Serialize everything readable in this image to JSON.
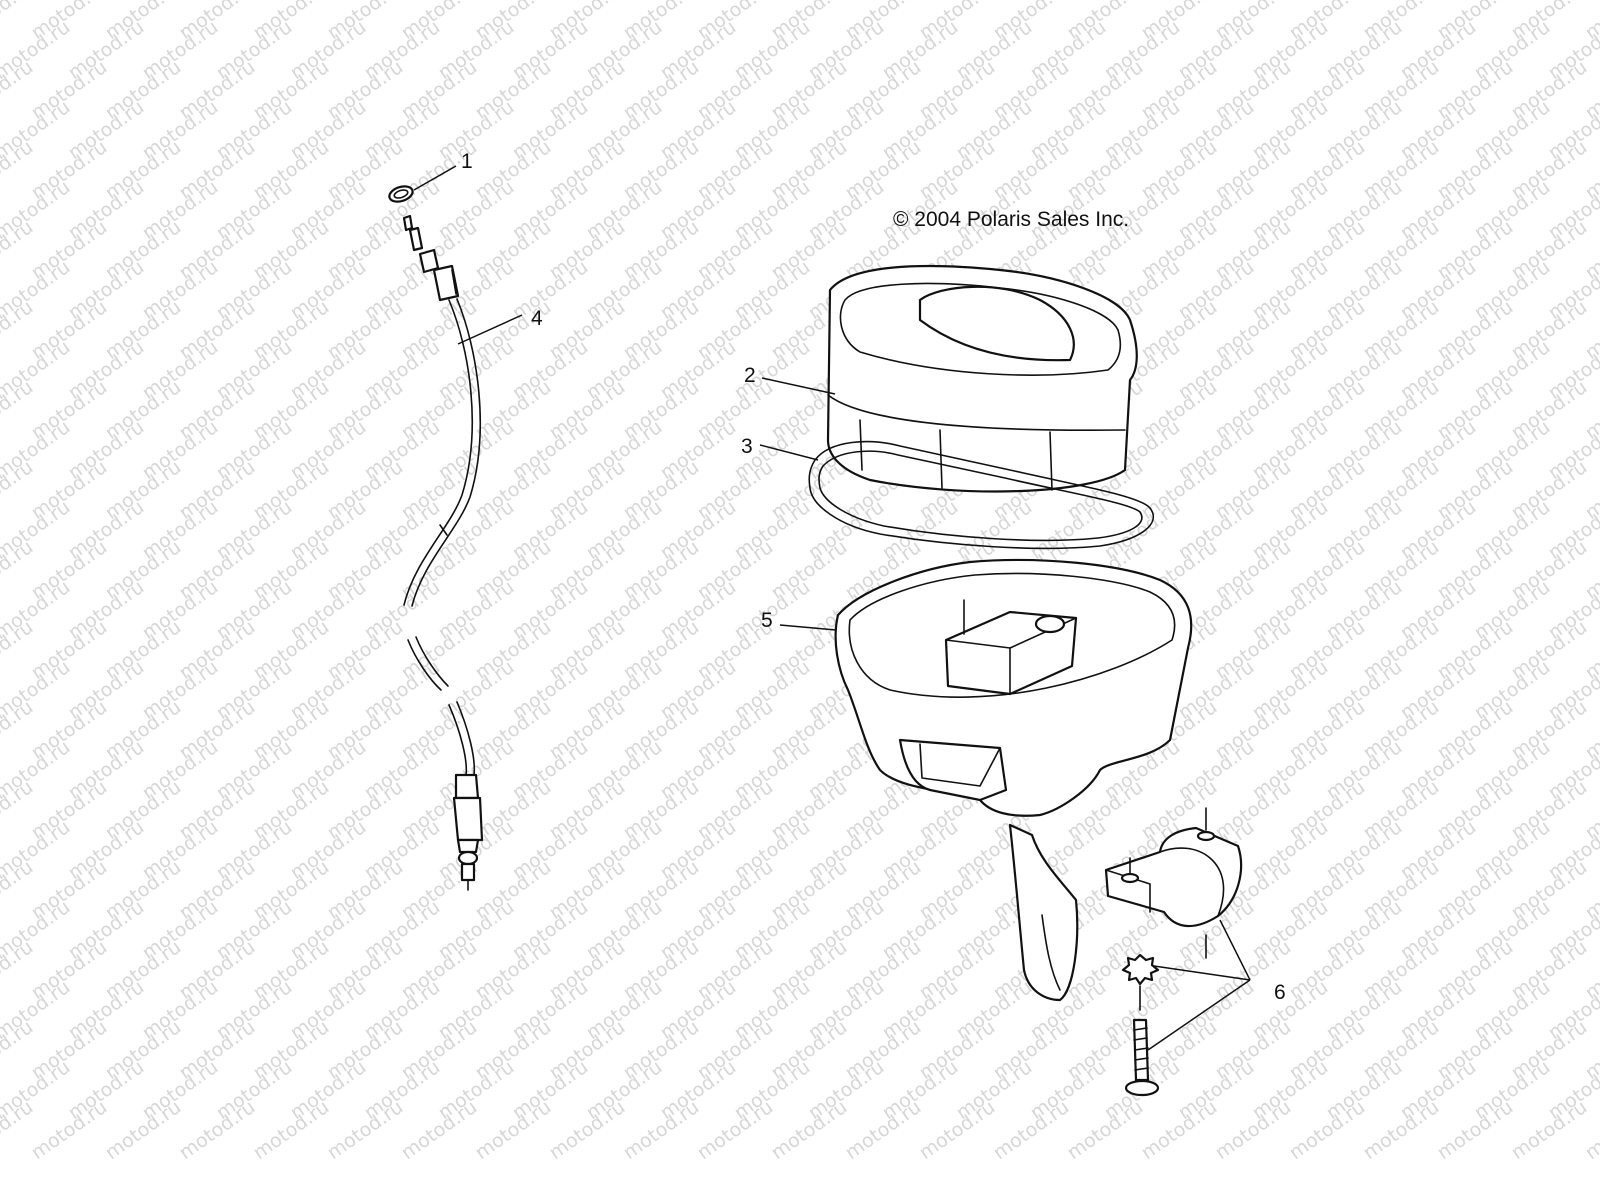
{
  "watermark": "motod.ru",
  "copyright": "© 2004 Polaris Sales Inc.",
  "callouts": [
    {
      "id": "1",
      "label": "1"
    },
    {
      "id": "2",
      "label": "2"
    },
    {
      "id": "3",
      "label": "3"
    },
    {
      "id": "4",
      "label": "4"
    },
    {
      "id": "5",
      "label": "5"
    },
    {
      "id": "6",
      "label": "6"
    }
  ],
  "colors": {
    "line": "#111111",
    "watermark": "#d6d6d6",
    "background": "#ffffff"
  }
}
